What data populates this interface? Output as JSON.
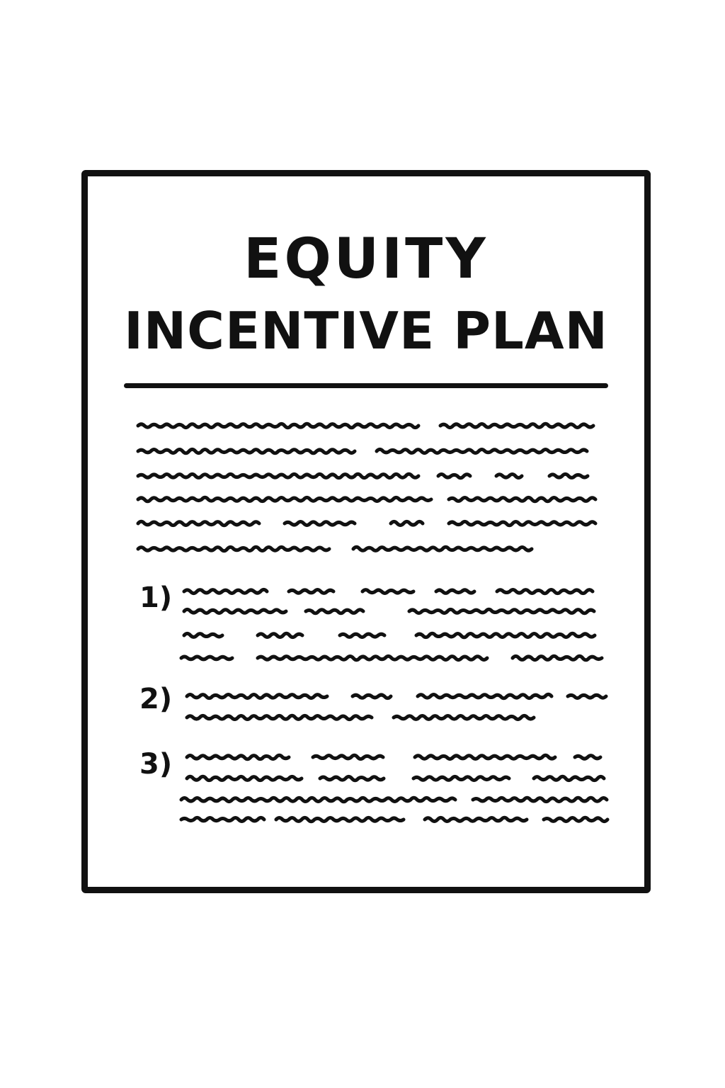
{
  "document": {
    "title_line1": "EQUITY",
    "title_line2": "INCENTIVE PLAN",
    "list_items": [
      {
        "number": "1)"
      },
      {
        "number": "2)"
      },
      {
        "number": "3)"
      }
    ],
    "ink_color": "#111111",
    "paper_color": "#ffffff"
  }
}
